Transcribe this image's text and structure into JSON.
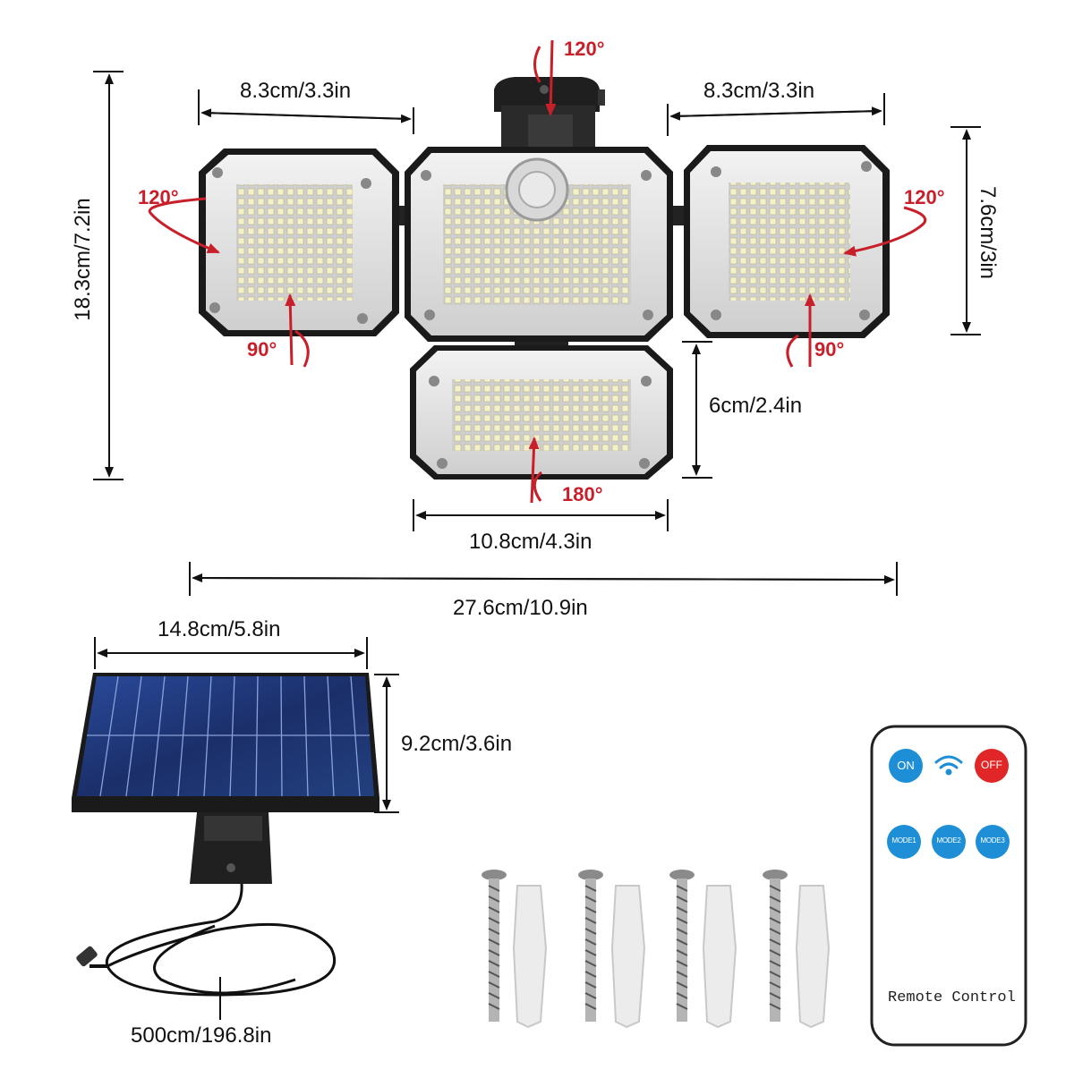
{
  "dimensions": {
    "panel_side_left_width": "8.3cm/3.3in",
    "panel_side_right_width": "8.3cm/3.3in",
    "total_height": "18.3cm/7.2in",
    "side_panel_height": "7.6cm/3in",
    "bottom_panel_height": "6cm/2.4in",
    "bottom_panel_width": "10.8cm/4.3in",
    "total_width": "27.6cm/10.9in",
    "solar_width": "14.8cm/5.8in",
    "solar_height": "9.2cm/3.6in",
    "cable_length": "500cm/196.8in"
  },
  "angles": {
    "top_rotation": "120°",
    "left_rotation": "120°",
    "right_rotation": "120°",
    "left_tilt": "90°",
    "right_tilt": "90°",
    "bottom_tilt": "180°"
  },
  "remote": {
    "on_label": "ON",
    "off_label": "OFF",
    "mode1_label": "MODE1",
    "mode2_label": "MODE2",
    "mode3_label": "MODE3",
    "caption": "Remote Control"
  },
  "colors": {
    "accent_red": "#c8202a",
    "remote_blue": "#1e8fd6",
    "remote_red": "#e02626",
    "led": "#f4f0c8"
  }
}
